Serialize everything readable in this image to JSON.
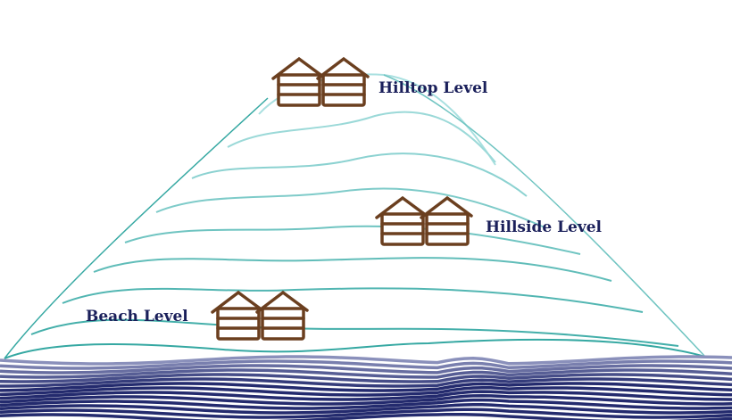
{
  "labels": {
    "hilltop": "Hilltop Level",
    "hillside": "Hillside Level",
    "beach": "Beach Level"
  },
  "colors": {
    "cabin": "#6b3f1f",
    "text": "#1a1f5a",
    "contour_top": "#a9e0e0",
    "contour_bottom": "#35a8a2",
    "wave_top": "#8a90bb",
    "wave_bottom": "#242b6e"
  }
}
